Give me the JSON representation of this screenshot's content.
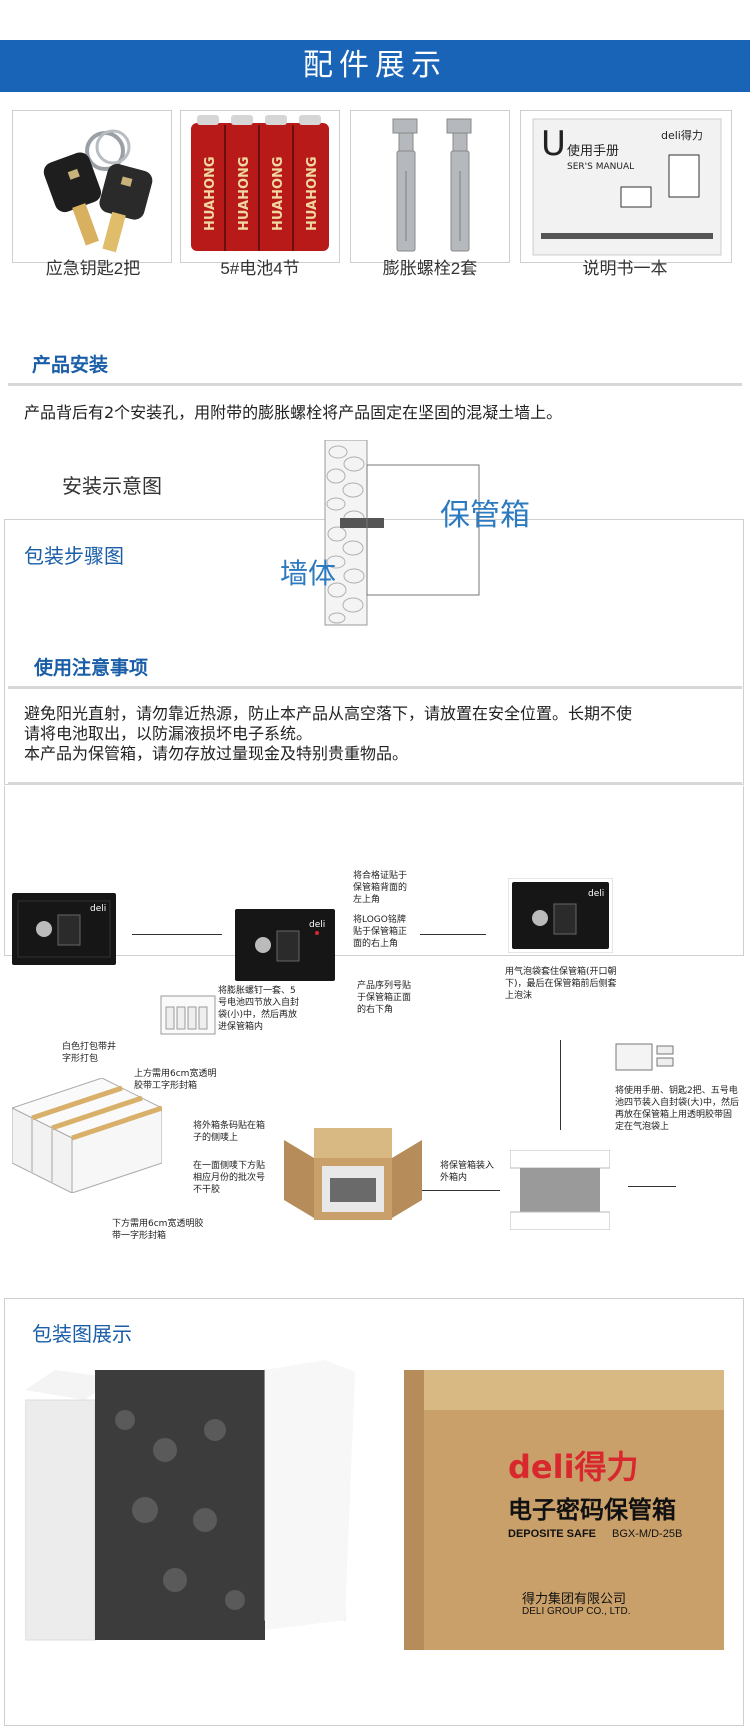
{
  "banner": {
    "title": "配件展示"
  },
  "accessories": [
    {
      "label": "应急钥匙2把",
      "icon": "keys-icon"
    },
    {
      "label": "5#电池4节",
      "icon": "batteries-icon",
      "brand": "HUAHONG"
    },
    {
      "label": "膨胀螺栓2套",
      "icon": "bolts-icon"
    },
    {
      "label": "说明书一本",
      "icon": "manual-icon",
      "brand": "deli得力",
      "manual_title": "使用手册",
      "manual_sub": "SER'S MANUAL"
    }
  ],
  "install": {
    "title": "产品安装",
    "text": "产品背后有2个安装孔，用附带的膨胀螺栓将产品固定在坚固的混凝土墙上。",
    "diagram_title": "安装示意图",
    "label_box": "保管箱",
    "label_wall": "墙体"
  },
  "packing_steps": {
    "title": "包装步骤图"
  },
  "notes": {
    "title": "使用注意事项",
    "lines": [
      "避免阳光直射，请勿靠近热源，防止本产品从高空落下，请放置在安全位置。长期不使",
      "请将电池取出，以防漏液损坏电子系统。",
      "本产品为保管箱，请勿存放过量现金及特别贵重物品。"
    ]
  },
  "steps": {
    "safe_logo": "deli",
    "s1": "将合格证贴于保管箱背面的左上角",
    "s2": "将LOGO铭牌贴于保管箱正面的右上角",
    "s3": "产品序列号贴于保管箱正面的右下角",
    "s4": "将膨胀螺钉一套、5号电池四节放入自封袋(小)中，然后再放进保管箱内",
    "s5": "用气泡袋套住保管箱(开口朝下)，最后在保管箱前后侧套上泡沫",
    "s6": "将使用手册、钥匙2把、五号电池四节装入自封袋(大)中，然后再放在保管箱上用透明胶带固定在气泡袋上",
    "s7": "将保管箱装入外箱内",
    "s8": "白色打包带井字形打包",
    "s9": "上方需用6cm宽透明胶带工字形封箱",
    "s10": "将外箱条码贴在箱子的侧唛上",
    "s11": "在一面侧唛下方贴相应月份的批次号不干胶",
    "s12": "下方需用6cm宽透明胶带一字形封箱"
  },
  "package": {
    "title": "包装图展示",
    "carton_brand": "deli得力",
    "carton_product": "电子密码保管箱",
    "carton_en": "DEPOSITE SAFE",
    "carton_model": "BGX-M/D-25B",
    "carton_company": "得力集团有限公司",
    "carton_company_en": "DELI GROUP CO., LTD."
  },
  "colors": {
    "accent": "#1a64b8",
    "title_blue": "#1a5ea8",
    "deli_red": "#d9272e",
    "carton": "#c9a06a"
  }
}
